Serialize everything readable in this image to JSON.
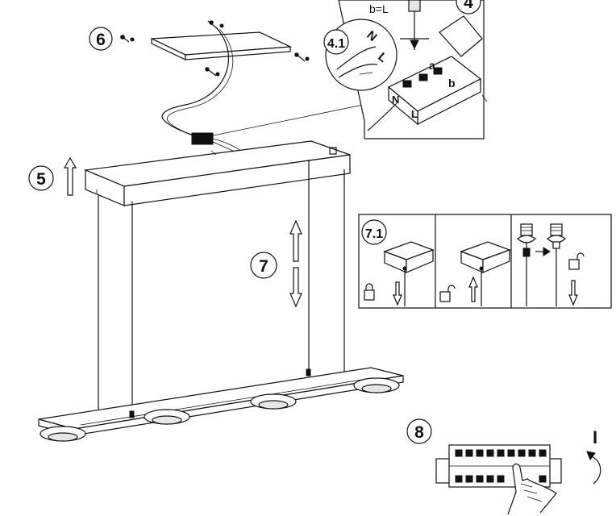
{
  "steps": {
    "step4": "4",
    "step4_1": "4.1",
    "step5": "5",
    "step6": "6",
    "step7": "7",
    "step7_1": "7.1",
    "step8": "8"
  },
  "wiring": {
    "b_eq_l": "b=L",
    "n_letter": "N",
    "l_letter": "L",
    "a_letter": "a",
    "b_letter": "b",
    "term_n": "N",
    "term_l": "L"
  },
  "breaker": {
    "on_symbol": "I"
  },
  "icons": [
    "screw-icon",
    "lock-closed-icon",
    "lock-open-icon",
    "hand-icon",
    "arrow-up-icon",
    "arrow-down-icon",
    "arrow-right-icon",
    "rotate-arrow-icon"
  ]
}
